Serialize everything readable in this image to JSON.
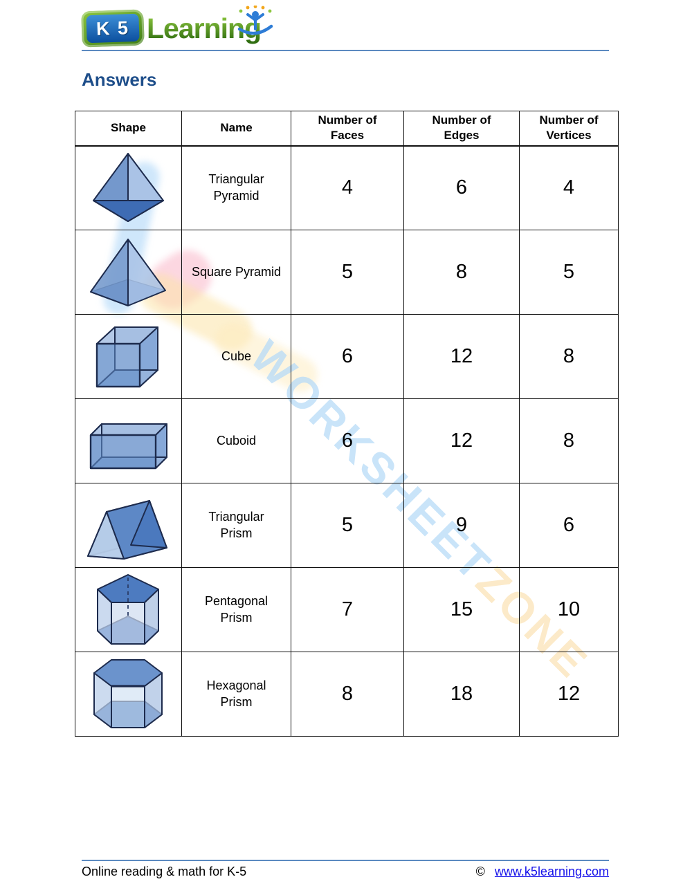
{
  "logo": {
    "k5": "K 5",
    "word": "Learning"
  },
  "title": "Answers",
  "table": {
    "headers": [
      {
        "line1": "Shape",
        "line2": ""
      },
      {
        "line1": "Name",
        "line2": ""
      },
      {
        "line1": "Number of",
        "line2": "Faces"
      },
      {
        "line1": "Number of",
        "line2": "Edges"
      },
      {
        "line1": "Number of",
        "line2": "Vertices"
      }
    ],
    "rows": [
      {
        "icon": "triangular-pyramid",
        "name_line1": "Triangular",
        "name_line2": "Pyramid",
        "faces": "4",
        "edges": "6",
        "vertices": "4"
      },
      {
        "icon": "square-pyramid",
        "name_line1": "Square Pyramid",
        "name_line2": "",
        "faces": "5",
        "edges": "8",
        "vertices": "5"
      },
      {
        "icon": "cube",
        "name_line1": "Cube",
        "name_line2": "",
        "faces": "6",
        "edges": "12",
        "vertices": "8"
      },
      {
        "icon": "cuboid",
        "name_line1": "Cuboid",
        "name_line2": "",
        "faces": "6",
        "edges": "12",
        "vertices": "8"
      },
      {
        "icon": "triangular-prism",
        "name_line1": "Triangular",
        "name_line2": "Prism",
        "faces": "5",
        "edges": "9",
        "vertices": "6"
      },
      {
        "icon": "pentagonal-prism",
        "name_line1": "Pentagonal",
        "name_line2": "Prism",
        "faces": "7",
        "edges": "15",
        "vertices": "10"
      },
      {
        "icon": "hexagonal-prism",
        "name_line1": "Hexagonal",
        "name_line2": "Prism",
        "faces": "8",
        "edges": "18",
        "vertices": "12"
      }
    ]
  },
  "watermark": {
    "part1": "WORKSHEET",
    "part2": "ZONE",
    "blue": "#b7dbf8",
    "orange": "#fce3b8"
  },
  "footer": {
    "left": "Online reading & math for K-5",
    "copyright": "©",
    "link": "www.k5learning.com"
  },
  "colors": {
    "title_blue": "#1e4e8a",
    "rule_blue": "#5b8ac0",
    "link_blue": "#1612ea"
  }
}
